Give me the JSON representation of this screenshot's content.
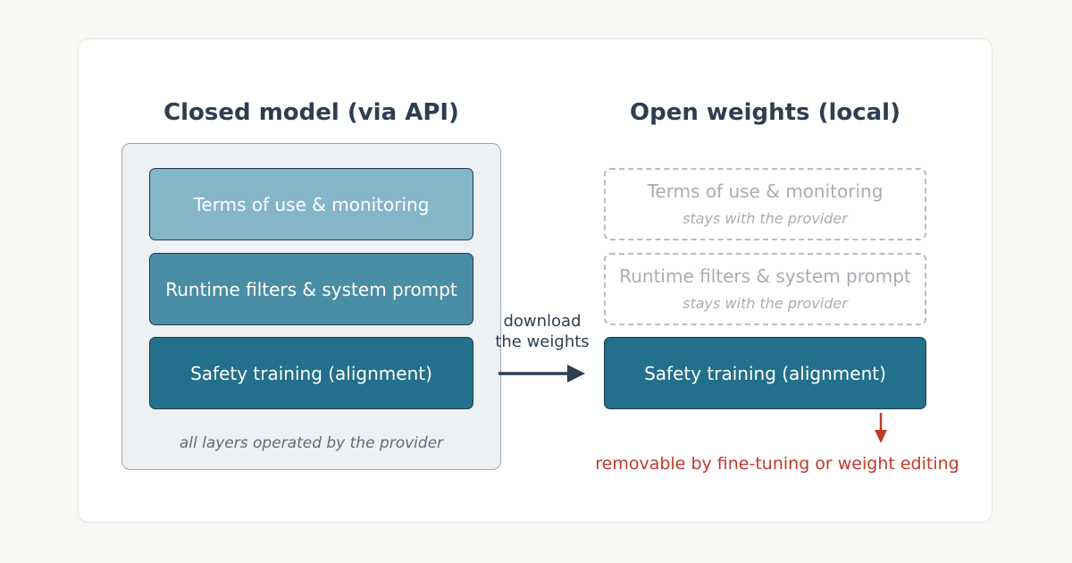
{
  "closed": {
    "title": "Closed model (via API)",
    "layers": [
      {
        "label": "Terms of use & monitoring",
        "color": "#85b5c9"
      },
      {
        "label": "Runtime filters & system prompt",
        "color": "#4a8ea5"
      },
      {
        "label": "Safety training (alignment)",
        "color": "#22708b"
      }
    ],
    "caption": "all layers operated by the provider"
  },
  "open": {
    "title": "Open weights (local)",
    "ghost_layers": [
      {
        "label": "Terms of use & monitoring",
        "note": "stays with the provider"
      },
      {
        "label": "Runtime filters & system prompt",
        "note": "stays with the provider"
      }
    ],
    "kept_layer": {
      "label": "Safety training (alignment)",
      "color": "#22708b"
    },
    "warning": "removable by fine-tuning or weight editing",
    "warning_color": "#c0392b"
  },
  "transfer": {
    "label_line1": "download",
    "label_line2": "the weights"
  }
}
